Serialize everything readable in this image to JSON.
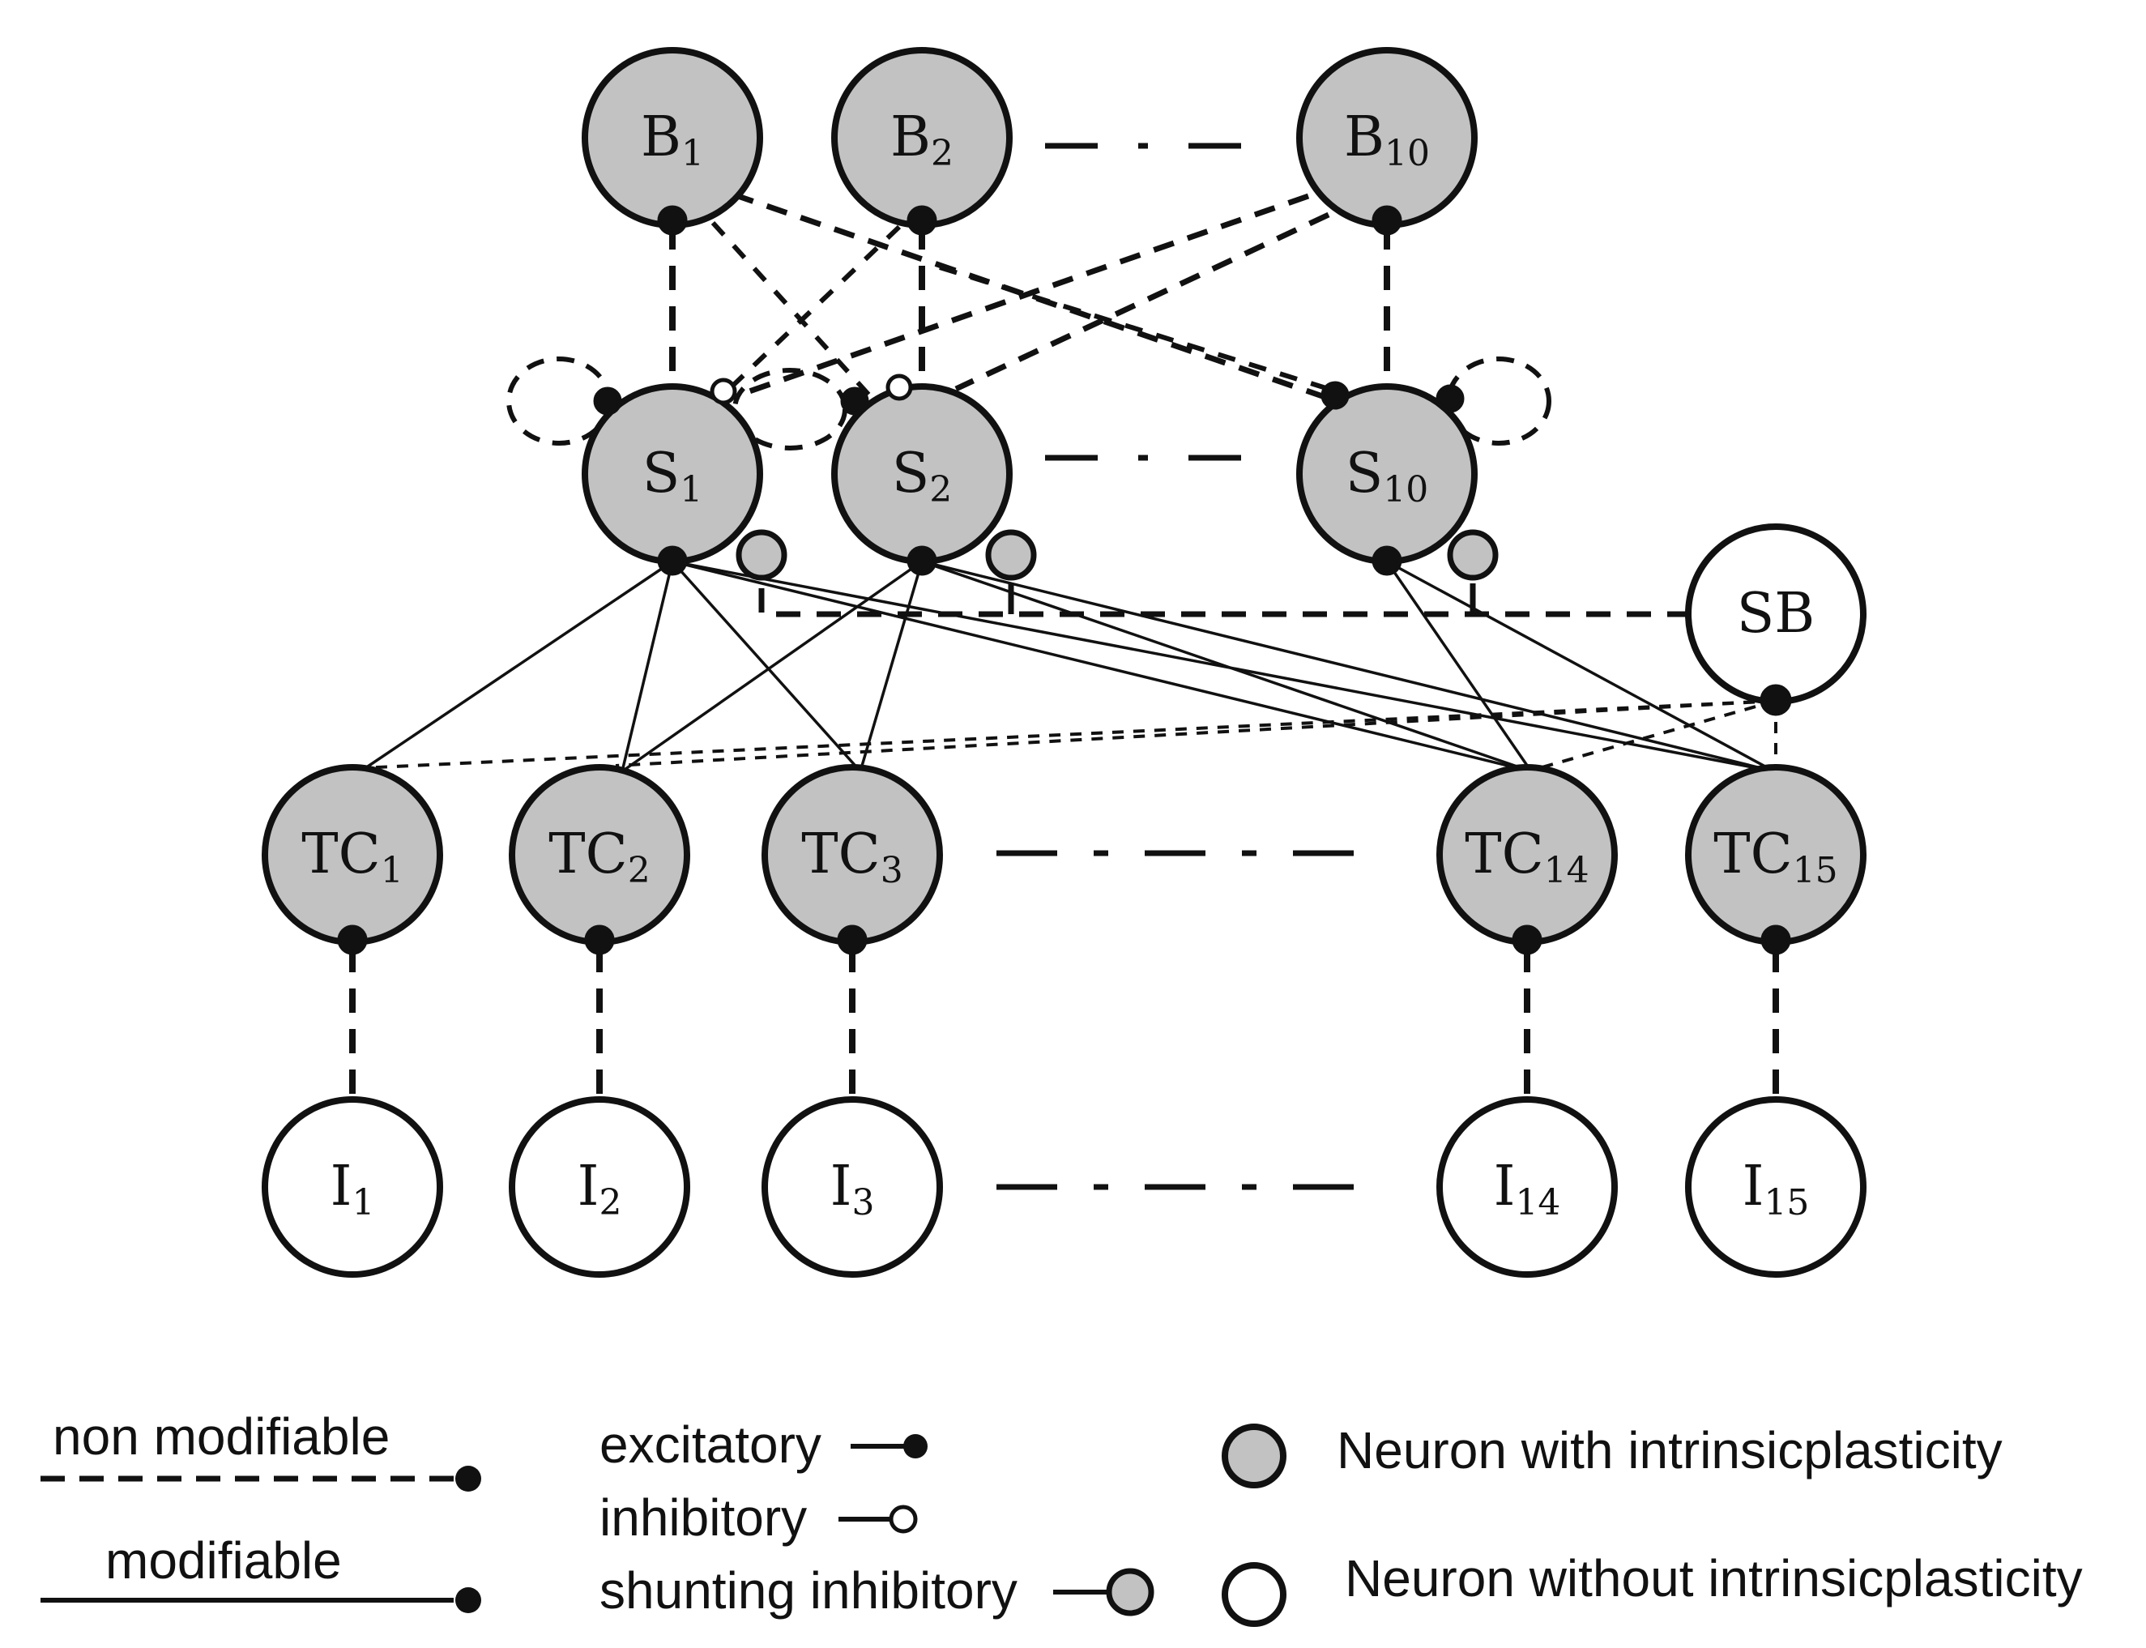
{
  "neurons": {
    "B": [
      {
        "main": "B",
        "sub": "1"
      },
      {
        "main": "B",
        "sub": "2"
      },
      {
        "main": "B",
        "sub": "10"
      }
    ],
    "S": [
      {
        "main": "S",
        "sub": "1"
      },
      {
        "main": "S",
        "sub": "2"
      },
      {
        "main": "S",
        "sub": "10"
      }
    ],
    "SB": {
      "main": "SB"
    },
    "TC": [
      {
        "main": "TC",
        "sub": "1"
      },
      {
        "main": "TC",
        "sub": "2"
      },
      {
        "main": "TC",
        "sub": "3"
      },
      {
        "main": "TC",
        "sub": "14"
      },
      {
        "main": "TC",
        "sub": "15"
      }
    ],
    "I": [
      {
        "main": "I",
        "sub": "1"
      },
      {
        "main": "I",
        "sub": "2"
      },
      {
        "main": "I",
        "sub": "3"
      },
      {
        "main": "I",
        "sub": "14"
      },
      {
        "main": "I",
        "sub": "15"
      }
    ]
  },
  "legend": {
    "non_modifiable": "non modifiable",
    "modifiable": "modifiable",
    "excitatory": "excitatory",
    "inhibitory": "inhibitory",
    "shunting_inhibitory": "shunting inhibitory",
    "with_ip": "Neuron with intrinsicplasticity",
    "without_ip": "Neuron without intrinsicplasticity"
  },
  "colors": {
    "ip_fill": "#c2c2c2",
    "plain_fill": "#ffffff",
    "stroke": "#111111"
  }
}
